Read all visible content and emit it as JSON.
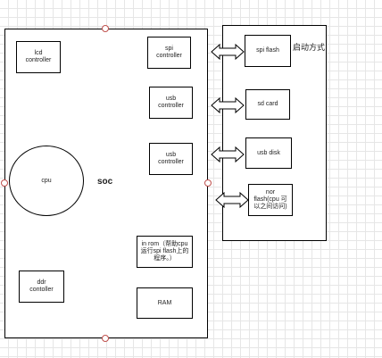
{
  "soc": {
    "label": "soc",
    "components": {
      "lcd": "lcd\ncontroller",
      "spi": "spi\ncontroller",
      "usb1": "usb\ncontroller",
      "usb2": "usb\ncontroller",
      "cpu": "cpu",
      "inrom": "in rom（帮助cpu\n运行spi flash上的\n程序。）",
      "ddr": "ddr\ncontoller",
      "ram": "RAM"
    }
  },
  "boot": {
    "title": "启动方式",
    "devices": {
      "spiflash": "spi flash",
      "sdcard": "sd card",
      "usbdisk": "usb disk",
      "norflash": "nor\nflash(cpu 可\n以之间访问)"
    }
  },
  "colors": {
    "handle": "#c0504d",
    "grid": "#e6e6e6",
    "stroke": "#000000"
  }
}
